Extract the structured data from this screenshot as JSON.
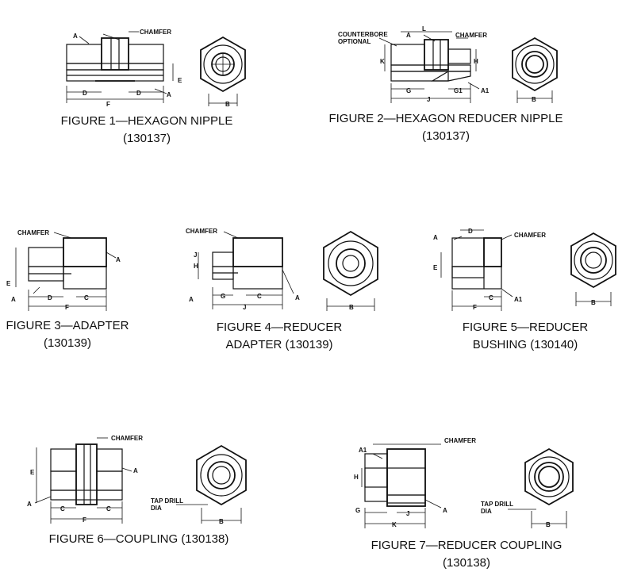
{
  "figures": [
    {
      "line1": "FIGURE 1—HEXAGON NIPPLE",
      "line2": "(130137)",
      "labels": {
        "chamfer": "CHAMFER",
        "a": "A",
        "d": "D",
        "f": "F",
        "e": "E",
        "b": "B"
      }
    },
    {
      "line1": "FIGURE 2—HEXAGON REDUCER NIPPLE",
      "line2": "(130137)",
      "labels": {
        "counterbore": "COUNTERBORE",
        "optional": "OPTIONAL",
        "chamfer": "CHAMFER",
        "a": "A",
        "l": "L",
        "k": "K",
        "h": "H",
        "g": "G",
        "g1": "G1",
        "a1": "A1",
        "j": "J",
        "b": "B"
      }
    },
    {
      "line1": "FIGURE 3—ADAPTER",
      "line2": "(130139)",
      "labels": {
        "chamfer": "CHAMFER",
        "a": "A",
        "e": "E",
        "d": "D",
        "c": "C",
        "f": "F"
      }
    },
    {
      "line1": "FIGURE 4—REDUCER",
      "line2": "ADAPTER (130139)",
      "labels": {
        "chamfer": "CHAMFER",
        "j": "J",
        "h": "H",
        "a": "A",
        "g": "G",
        "c": "C",
        "b": "B"
      }
    },
    {
      "line1": "FIGURE 5—REDUCER",
      "line2": "BUSHING (130140)",
      "labels": {
        "a": "A",
        "d": "D",
        "chamfer": "CHAMFER",
        "e": "E",
        "c": "C",
        "a1": "A1",
        "f": "F",
        "b": "B"
      }
    },
    {
      "line1": "FIGURE 6—COUPLING (130138)",
      "line2": "",
      "labels": {
        "chamfer": "CHAMFER",
        "e": "E",
        "a": "A",
        "c": "C",
        "f": "F",
        "tapdrill": "TAP DRILL",
        "dia": "DIA",
        "b": "B"
      }
    },
    {
      "line1": "FIGURE 7—REDUCER COUPLING",
      "line2": "(130138)",
      "labels": {
        "chamfer": "CHAMFER",
        "a1": "A1",
        "h": "H",
        "g": "G",
        "j": "J",
        "a": "A",
        "k": "K",
        "tapdrill": "TAP DRILL",
        "dia": "DIA",
        "b": "B"
      }
    }
  ]
}
